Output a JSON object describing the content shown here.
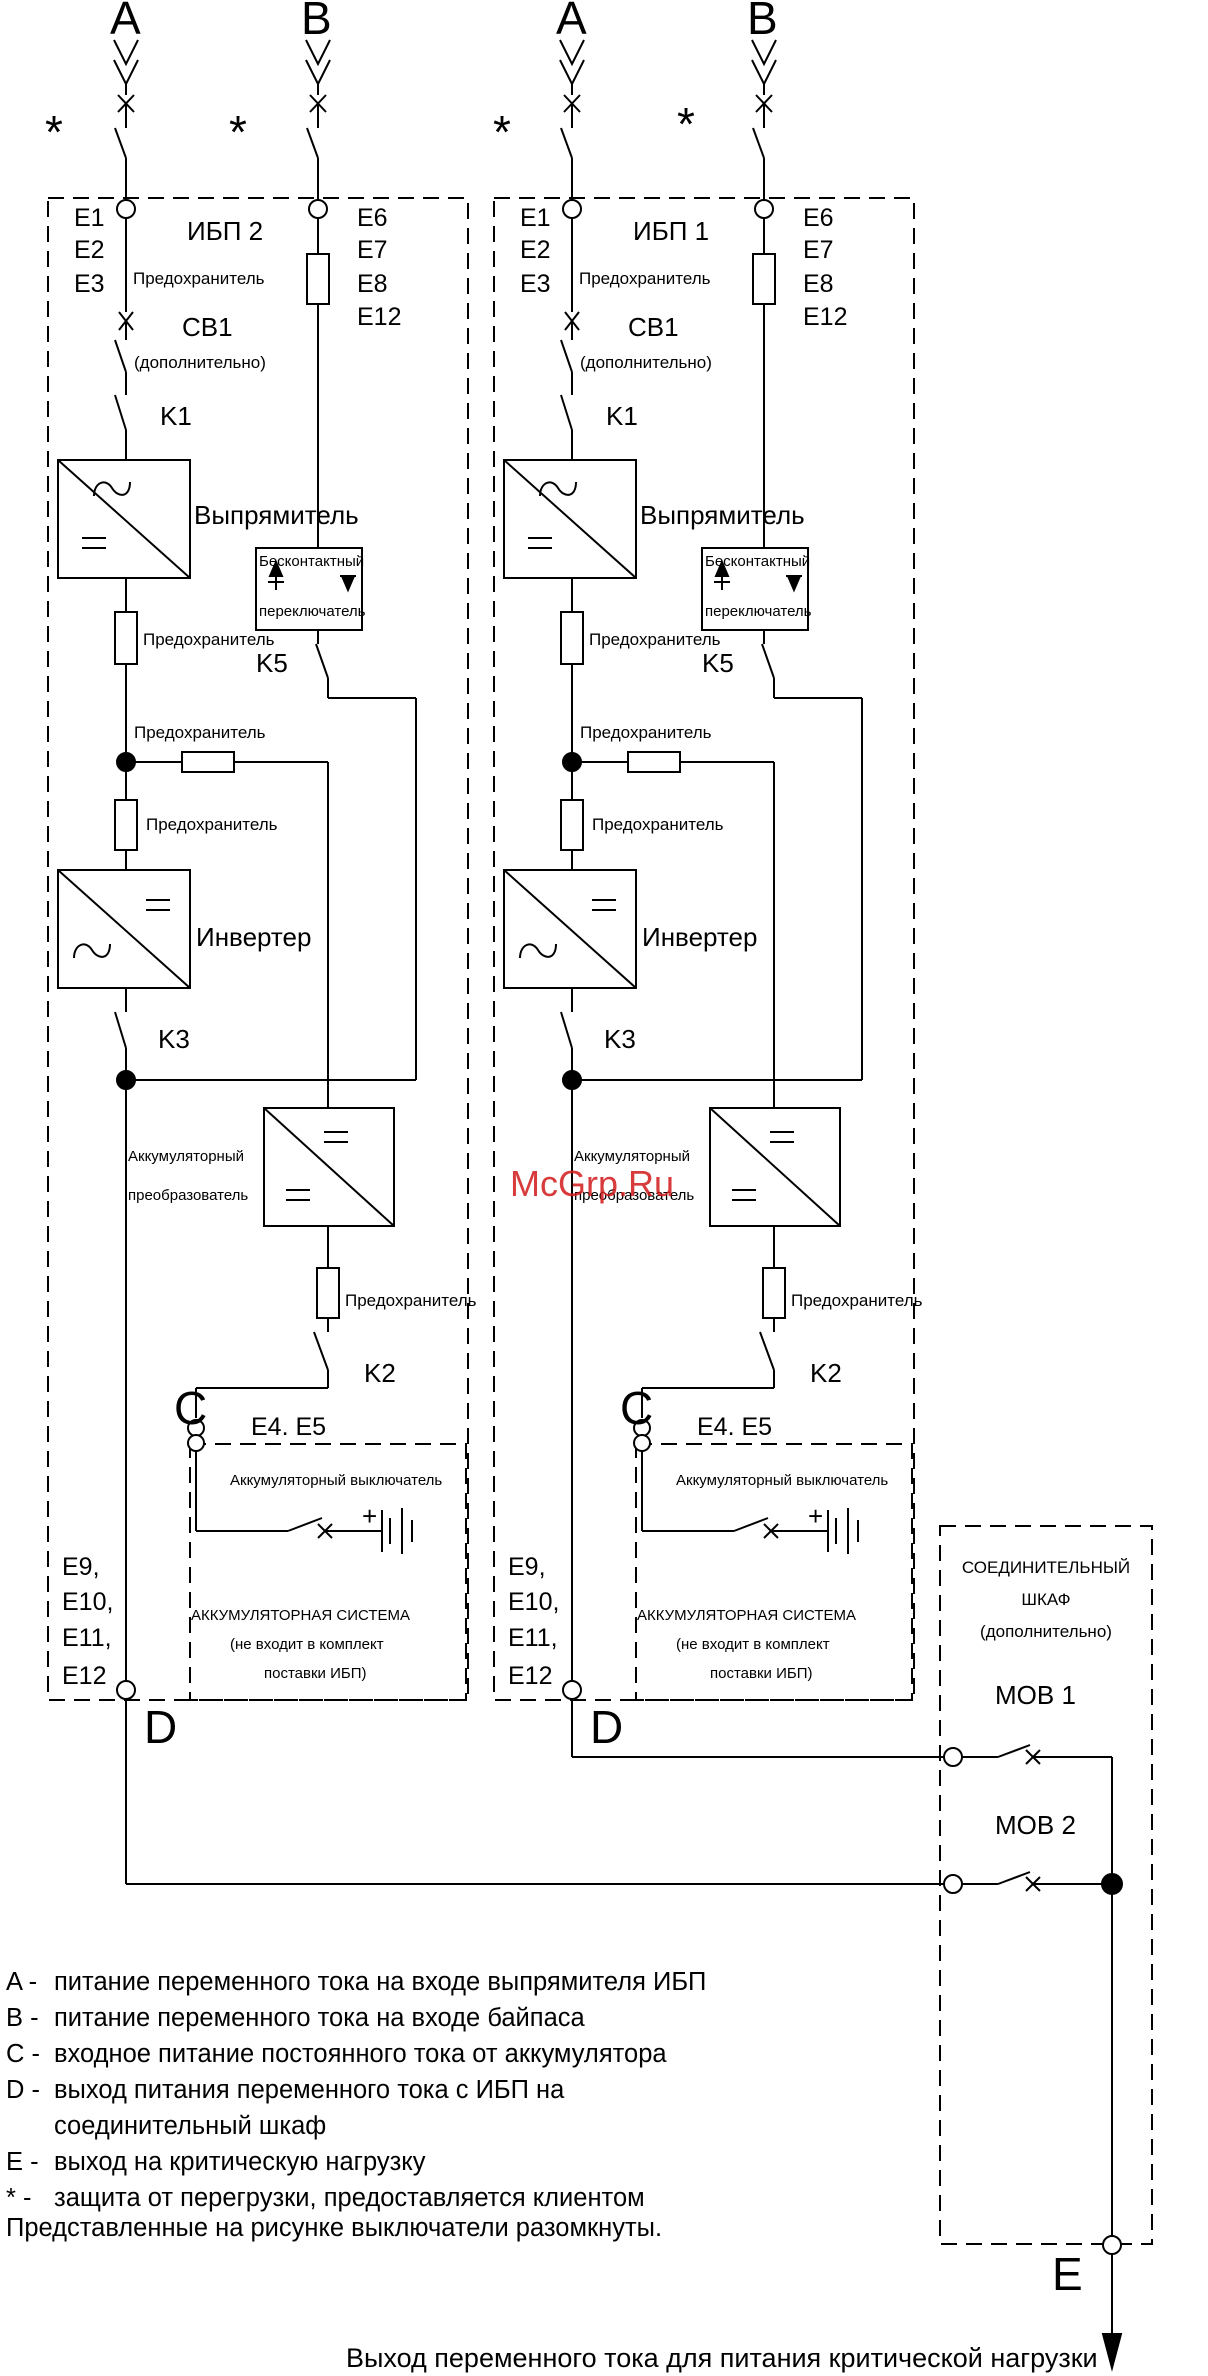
{
  "feeds": {
    "a": "A",
    "b": "B"
  },
  "asterisk": "*",
  "ups_units": [
    {
      "name": "ИБП 2",
      "terminals_left": [
        "E1",
        "E2",
        "E3"
      ],
      "terminals_right": [
        "E6",
        "E7",
        "E8",
        "E12"
      ],
      "cb1": "CB1",
      "cb1_note": "(дополнительно)",
      "k1": "K1",
      "k5": "K5",
      "k3": "K3",
      "k2": "K2",
      "fuse": "Предохранитель",
      "rectifier": "Выпрямитель",
      "inverter": "Инвертер",
      "static_switch": [
        "Бесконтактный",
        "переключатель"
      ],
      "battery_converter": [
        "Аккумуляторный",
        "преобразователь"
      ],
      "c_label": "C",
      "battery_terminals": "E4. E5",
      "battery_breaker": "Аккумуляторный выключатель",
      "battery_plus": "+",
      "battery_system": [
        "АККУМУЛЯТОРНАЯ СИСТЕМА",
        "(не входит в комплект",
        "поставки ИБП)"
      ],
      "output_terminals": [
        "E9,",
        "E10,",
        "E11,",
        "E12"
      ],
      "d_label": "D"
    },
    {
      "name": "ИБП 1",
      "terminals_left": [
        "E1",
        "E2",
        "E3"
      ],
      "terminals_right": [
        "E6",
        "E7",
        "E8",
        "E12"
      ],
      "cb1": "CB1",
      "cb1_note": "(дополнительно)",
      "k1": "K1",
      "k5": "K5",
      "k3": "K3",
      "k2": "K2",
      "fuse": "Предохранитель",
      "rectifier": "Выпрямитель",
      "inverter": "Инвертер",
      "static_switch": [
        "Бесконтактный",
        "переключатель"
      ],
      "battery_converter": [
        "Аккумуляторный",
        "преобразователь"
      ],
      "c_label": "C",
      "battery_terminals": "E4. E5",
      "battery_breaker": "Аккумуляторный выключатель",
      "battery_plus": "+",
      "battery_system": [
        "АККУМУЛЯТОРНАЯ СИСТЕМА",
        "(не входит в комплект",
        "поставки ИБП)"
      ],
      "output_terminals": [
        "E9,",
        "E10,",
        "E11,",
        "E12"
      ],
      "d_label": "D"
    }
  ],
  "cabinet": {
    "title": [
      "СОЕДИНИТЕЛЬНЫЙ",
      "ШКАФ",
      "(дополнительно)"
    ],
    "mob1": "MOB 1",
    "mob2": "MOB 2",
    "e_label": "E"
  },
  "legend": [
    {
      "key": "A -",
      "text": "питание переменного тока на входе выпрямителя ИБП"
    },
    {
      "key": "B -",
      "text": "питание переменного тока на входе байпаса"
    },
    {
      "key": "C -",
      "text": "входное питание постоянного тока от аккумулятора"
    },
    {
      "key": "D -",
      "text": "выход питания переменного тока с ИБП на"
    },
    {
      "key": "",
      "text": "соединительный шкаф"
    },
    {
      "key": "E -",
      "text": "выход на критическую нагрузку"
    },
    {
      "key": "* -",
      "text": "защита от перегрузки, предоставляется клиентом"
    }
  ],
  "note": "Представленные на рисунке выключатели разомкнуты.",
  "footer": "Выход переменного тока для питания критической нагрузки",
  "watermark": "McGrp.Ru"
}
